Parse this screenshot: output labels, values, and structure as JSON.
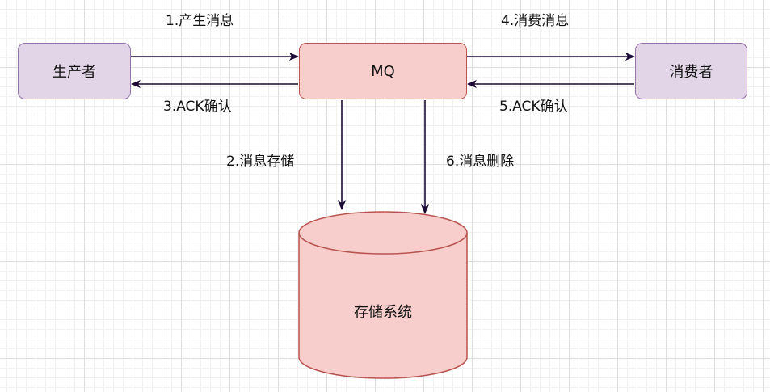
{
  "nodes": {
    "producer": "生产者",
    "mq": "MQ",
    "consumer": "消费者",
    "storage": "存储系统"
  },
  "edges": {
    "produce": "1.产生消息",
    "store": "2.消息存储",
    "producer_ack": "3.ACK确认",
    "consume": "4.消费消息",
    "consumer_ack": "5.ACK确认",
    "delete": "6.消息删除"
  },
  "colors": {
    "purple_fill": "#e1d5e7",
    "purple_stroke": "#9673a6",
    "red_fill": "#f8cecc",
    "red_stroke": "#b85450",
    "arrow": "#1a0a33"
  }
}
